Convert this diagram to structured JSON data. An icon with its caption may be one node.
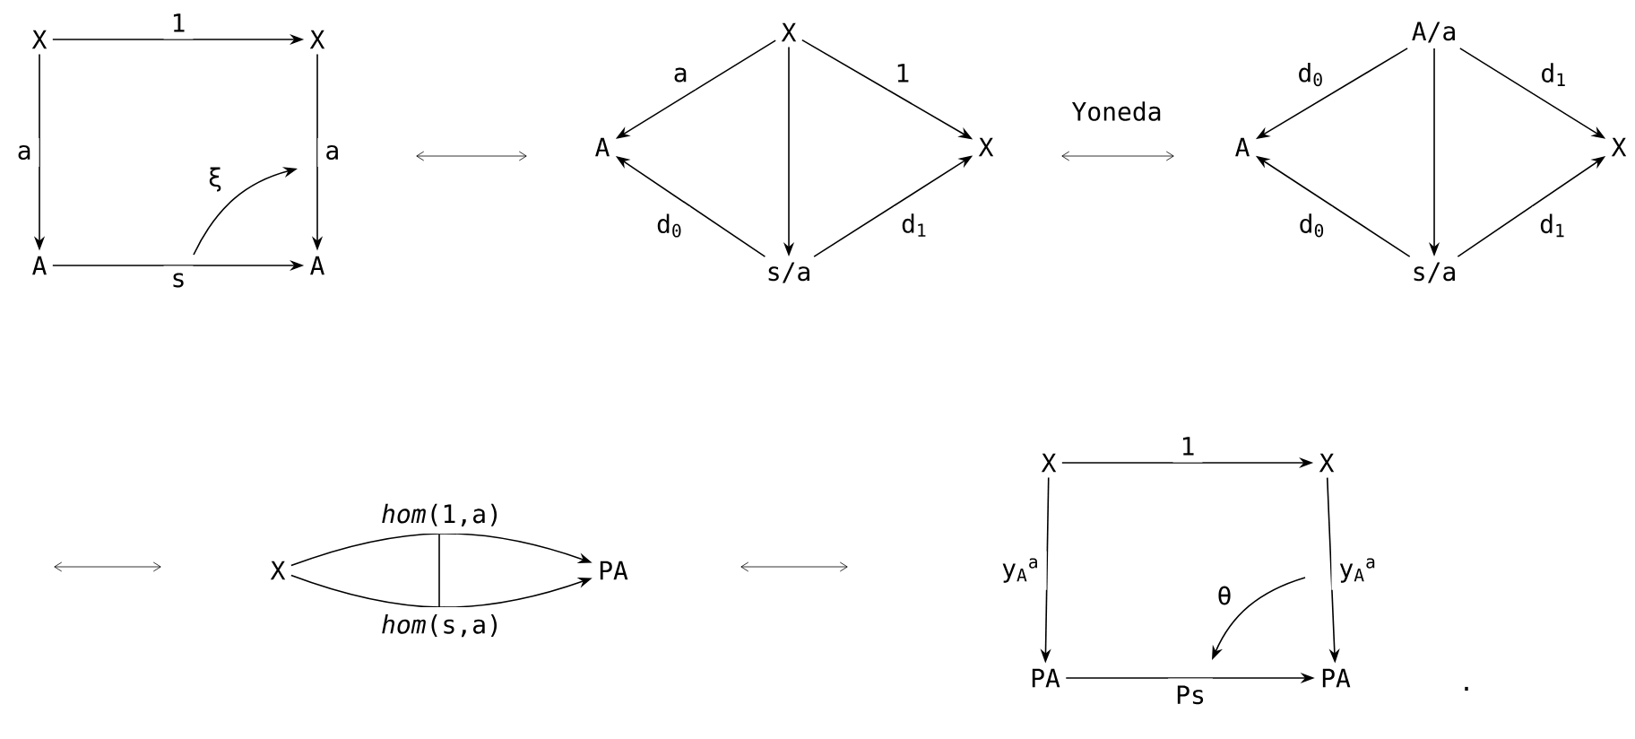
{
  "diagram": {
    "nodes": [
      {
        "text": [
          "X"
        ]
      },
      {
        "text": [
          "X"
        ]
      },
      {
        "text": [
          "A"
        ]
      },
      {
        "text": [
          "A"
        ]
      },
      {
        "text": [
          "X"
        ]
      },
      {
        "text": [
          "A"
        ]
      },
      {
        "text": [
          "X"
        ]
      },
      {
        "text": [
          "s/a"
        ]
      },
      {
        "text": [
          "A/a"
        ]
      },
      {
        "text": [
          "A"
        ]
      },
      {
        "text": [
          "X"
        ]
      },
      {
        "text": [
          "s/a"
        ]
      },
      {
        "text": [
          "X"
        ]
      },
      {
        "text": [
          "PA"
        ]
      },
      {
        "text": [
          "X"
        ]
      },
      {
        "text": [
          "X"
        ]
      },
      {
        "text": [
          "PA"
        ]
      },
      {
        "text": [
          "PA"
        ]
      }
    ],
    "edges": [
      {
        "from": 0,
        "to": 1,
        "arrow": "to",
        "label": "1"
      },
      {
        "from": 0,
        "to": 2,
        "arrow": "to",
        "label": "a"
      },
      {
        "from": 1,
        "to": 3,
        "arrow": "to",
        "label": "a"
      },
      {
        "from": 2,
        "to": 3,
        "arrow": "to",
        "label": "s"
      },
      {
        "from": 4,
        "to": 5,
        "arrow": "to",
        "label": "a"
      },
      {
        "from": 4,
        "to": 6,
        "arrow": "to",
        "label": "1"
      },
      {
        "from": 4,
        "to": 7,
        "arrow": "to"
      },
      {
        "from": 7,
        "to": 5,
        "arrow": "to",
        "label": "d$_{0}$"
      },
      {
        "from": 7,
        "to": 6,
        "arrow": "to",
        "label": "d$_{1}$"
      },
      {
        "from": 8,
        "to": 9,
        "arrow": "to",
        "label": "d$_{0}$"
      },
      {
        "from": 8,
        "to": 10,
        "arrow": "to",
        "label": "d$_{1}$"
      },
      {
        "from": 8,
        "to": 11,
        "arrow": "to"
      },
      {
        "from": 11,
        "to": 9,
        "arrow": "to",
        "label": "d$_{0}$"
      },
      {
        "from": 11,
        "to": 10,
        "arrow": "to",
        "label": "d$_{1}$"
      },
      {
        "from": 12,
        "to": 13,
        "arrow": "to",
        "label": "*hom*(1,a)"
      },
      {
        "from": 12,
        "to": 13,
        "arrow": "to",
        "label": "*hom*(s,a)"
      },
      {
        "from": 14,
        "to": 15,
        "arrow": "to",
        "label": "1"
      },
      {
        "from": 14,
        "to": 16,
        "arrow": "to",
        "label": "y$_{A}$$^{a}$"
      },
      {
        "from": 15,
        "to": 17,
        "arrow": "to",
        "label": "y$_{A}$$^{a}$"
      },
      {
        "from": 16,
        "to": 17,
        "arrow": "to",
        "label": "Ps"
      }
    ],
    "labels": [
      "ξ",
      "Yoneda",
      "θ",
      "."
    ]
  }
}
